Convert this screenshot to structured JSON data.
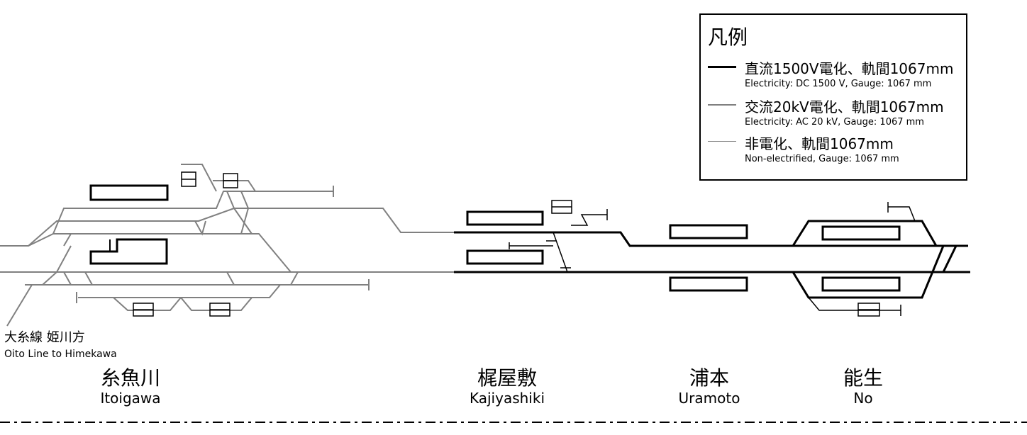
{
  "legend": {
    "title": "凡例",
    "items": [
      {
        "ja": "直流1500V電化、軌間1067mm",
        "en": "Electricity: DC 1500 V, Gauge: 1067 mm",
        "color": "#000000"
      },
      {
        "ja": "交流20kV電化、軌間1067mm",
        "en": "Electricity: AC 20 kV, Gauge: 1067 mm",
        "color": "#808080"
      },
      {
        "ja": "非電化、軌間1067mm",
        "en": "Non-electrified, Gauge: 1067 mm",
        "color": "#808080"
      }
    ]
  },
  "branch": {
    "ja": "大糸線 姫川方",
    "en": "Oito Line to Himekawa"
  },
  "stations": [
    {
      "ja": "糸魚川",
      "en": "Itoigawa"
    },
    {
      "ja": "梶屋敷",
      "en": "Kajiyashiki"
    },
    {
      "ja": "浦本",
      "en": "Uramoto"
    },
    {
      "ja": "能生",
      "en": "No"
    }
  ],
  "colors": {
    "dc": "#000000",
    "ac": "#808080",
    "nonelec": "#808080"
  }
}
